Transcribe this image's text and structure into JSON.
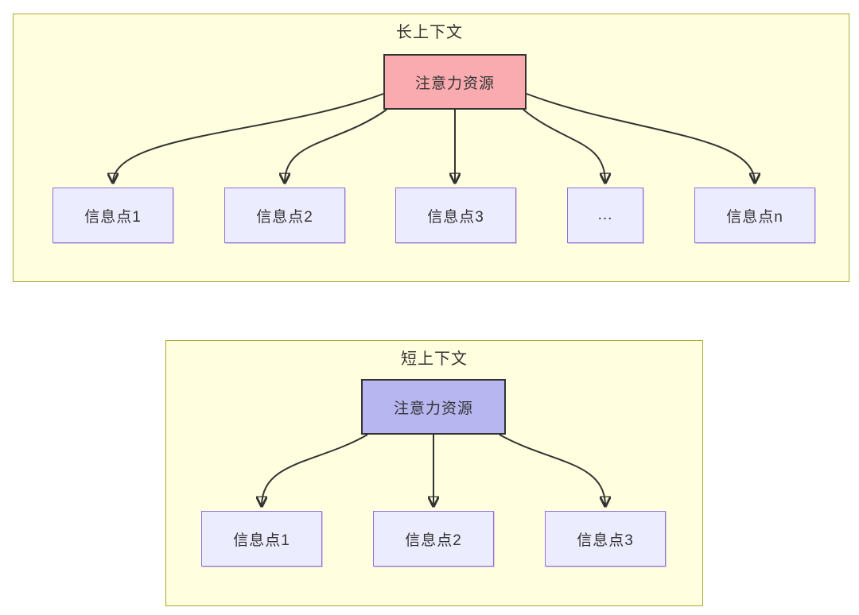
{
  "diagram": {
    "long_context": {
      "title": "长上下文",
      "attention_label": "注意力资源",
      "info_nodes": [
        "信息点1",
        "信息点2",
        "信息点3",
        "...",
        "信息点n"
      ]
    },
    "short_context": {
      "title": "短上下文",
      "attention_label": "注意力资源",
      "info_nodes": [
        "信息点1",
        "信息点2",
        "信息点3"
      ]
    },
    "colors": {
      "container_fill": "#fffede",
      "container_border": "#aaaa33",
      "info_node_fill": "#ececff",
      "info_node_border": "#9370db",
      "attention_long_fill": "#f9abb0",
      "attention_short_fill": "#b7b6f0",
      "attention_border": "#333333",
      "edge_stroke": "#333333",
      "text": "#333333"
    }
  }
}
